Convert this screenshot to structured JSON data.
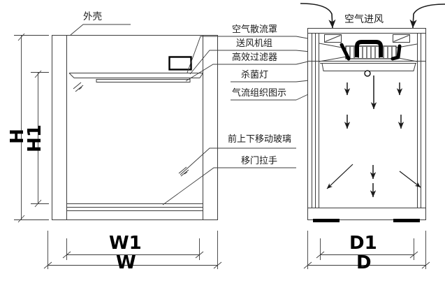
{
  "diagram": {
    "title_text": "",
    "views": {
      "front": {
        "name": "front-elevation"
      },
      "side": {
        "name": "side-section"
      }
    }
  },
  "callouts": {
    "shell": "外壳",
    "air_diffuser_cover": "空气散流罩",
    "blower_unit": "送风机组",
    "hepa_filter": "高效过滤器",
    "uv_lamp": "杀菌灯",
    "airflow_pattern": "气流组织图示",
    "front_sliding_glass": "前上下移动玻璃",
    "sliding_door_handle": "移门拉手",
    "air_intake": "空气进风"
  },
  "dimensions": {
    "height_overall": "H",
    "height_inner": "H1",
    "width_overall": "W",
    "width_inner": "W1",
    "depth_overall": "D",
    "depth_inner": "D1"
  },
  "colors": {
    "line": "#3c3c3c",
    "line_dark": "#000000",
    "fill": "#ffffff",
    "text": "#1a1a1a"
  },
  "icons": {
    "intake_arrow_left": "curved-down-arrow-icon",
    "intake_arrow_right": "curved-down-arrow-icon",
    "airflow_down": "down-arrow-icon",
    "airflow_diverge_left": "diagonal-arrow-icon",
    "airflow_diverge_right": "diagonal-arrow-icon",
    "uv_lamp_mark": "lamp-circle-icon",
    "control_panel": "display-panel-icon",
    "glass_hatch": "glass-hatch-icon"
  }
}
